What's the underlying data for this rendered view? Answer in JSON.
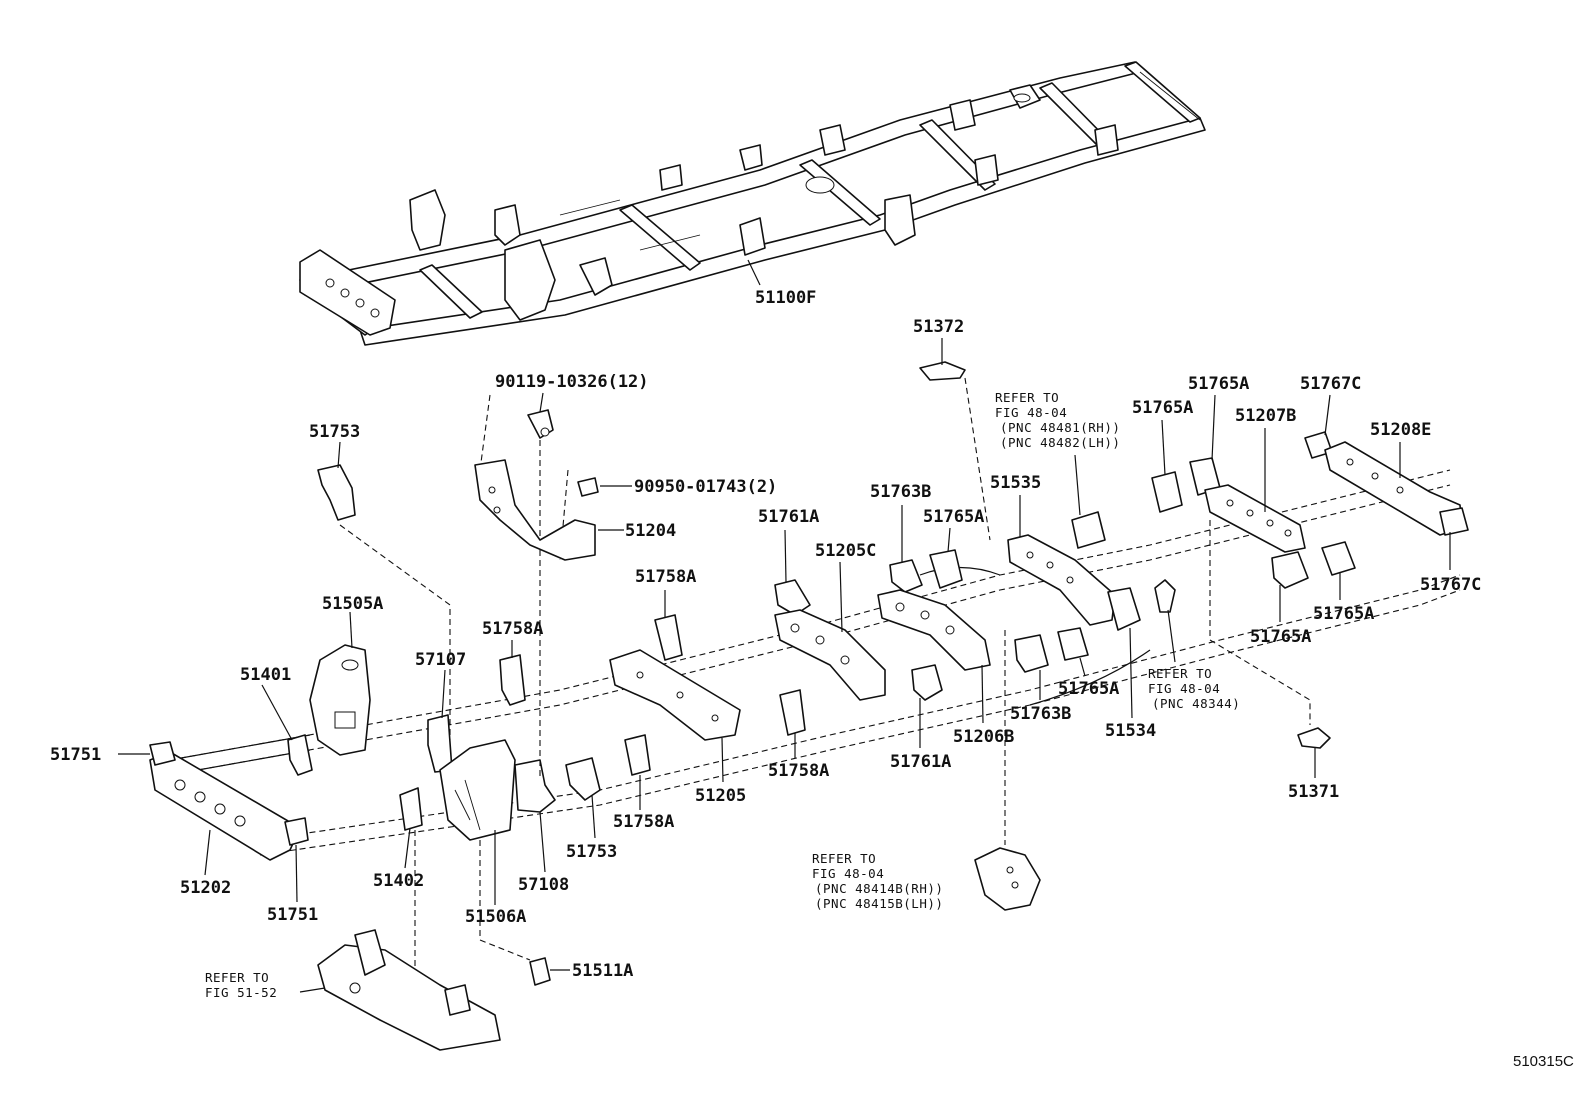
{
  "labels": {
    "frame_assembly": "51100F",
    "bolt": "90119-10326(12)",
    "bolt_small": "90950-01743(2)",
    "bracket_51204": "51204",
    "bracket_51753_top": "51753",
    "bracket_51753_bottom": "51753",
    "support_51505a": "51505A",
    "bracket_51401": "51401",
    "bracket_51751_left": "51751",
    "bracket_51751_bottom": "51751",
    "crossmember_51202": "51202",
    "bracket_57107": "57107",
    "bracket_51402": "51402",
    "support_51506a": "51506A",
    "bracket_57108": "57108",
    "bracket_51758a_1": "51758A",
    "bracket_51758a_2": "51758A",
    "bracket_51758a_3": "51758A",
    "bracket_51758a_4": "51758A",
    "crossmember_51205": "51205",
    "bracket_51761a_top": "51761A",
    "bracket_51761a_bottom": "51761A",
    "crossmember_51205c": "51205C",
    "bracket_51763b_top": "51763B",
    "bracket_51763b_bottom": "51763B",
    "crossmember_51206b": "51206B",
    "bracket_51765a_1": "51765A",
    "bracket_51765a_2": "51765A",
    "bracket_51765a_3": "51765A",
    "bracket_51765a_4": "51765A",
    "bracket_51765a_5": "51765A",
    "bracket_51765a_6": "51765A",
    "crossmember_51535": "51535",
    "bracket_51534": "51534",
    "plate_51372": "51372",
    "plate_51371": "51371",
    "crossmember_51207b": "51207B",
    "crossmember_51208e": "51208E",
    "bracket_51767c_top": "51767C",
    "bracket_51767c_right": "51767C",
    "plate_51511a": "51511A"
  },
  "refers": {
    "ref_48481": [
      "REFER TO",
      "FIG 48-04",
      "(PNC 48481(RH))",
      "(PNC 48482(LH))"
    ],
    "ref_48344": [
      "REFER TO",
      "FIG 48-04",
      "(PNC 48344)"
    ],
    "ref_48414": [
      "REFER TO",
      "FIG 48-04",
      "(PNC 48414B(RH))",
      "(PNC 48415B(LH))"
    ],
    "ref_5152": [
      "REFER TO",
      "FIG 51-52"
    ]
  },
  "figure_code": "510315C"
}
